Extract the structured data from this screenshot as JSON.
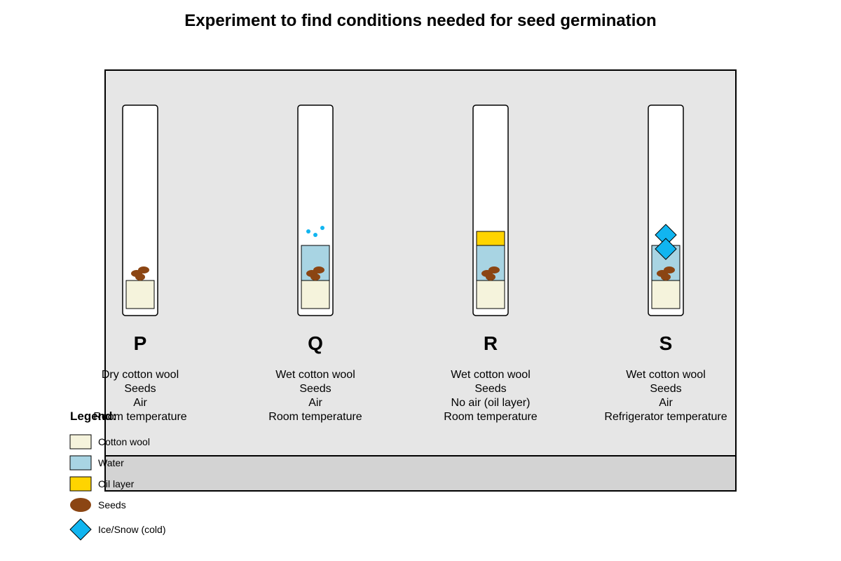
{
  "title": "Experiment to find conditions needed for seed germination",
  "colors": {
    "tray_bg": "#e6e6e6",
    "tray_base": "#d3d3d3",
    "cotton_wool": "#f5f3dc",
    "water": "#a8d4e3",
    "oil": "#ffd400",
    "seed": "#8b4513",
    "ice": "#11b5f0",
    "tube": "#ffffff",
    "stroke": "#000000"
  },
  "tubes": [
    {
      "letter": "P",
      "conditions": [
        "Dry cotton wool",
        "Seeds",
        "Air",
        "Room temperature"
      ],
      "layers": {
        "water": false,
        "oil": false,
        "ice": false,
        "air_bubbles": false
      }
    },
    {
      "letter": "Q",
      "conditions": [
        "Wet cotton wool",
        "Seeds",
        "Air",
        "Room temperature"
      ],
      "layers": {
        "water": true,
        "oil": false,
        "ice": false,
        "air_bubbles": true
      }
    },
    {
      "letter": "R",
      "conditions": [
        "Wet cotton wool",
        "Seeds",
        "No air (oil layer)",
        "Room temperature"
      ],
      "layers": {
        "water": true,
        "oil": true,
        "ice": false,
        "air_bubbles": false
      }
    },
    {
      "letter": "S",
      "conditions": [
        "Wet cotton wool",
        "Seeds",
        "Air",
        "Refrigerator temperature"
      ],
      "layers": {
        "water": true,
        "oil": false,
        "ice": true,
        "air_bubbles": false
      }
    }
  ],
  "legend": {
    "title": "Legend:",
    "items": [
      {
        "label": "Cotton wool",
        "shape": "rect",
        "color": "#f5f3dc"
      },
      {
        "label": "Water",
        "shape": "rect",
        "color": "#a8d4e3"
      },
      {
        "label": "Oil layer",
        "shape": "rect",
        "color": "#ffd400"
      },
      {
        "label": "Seeds",
        "shape": "ellipse",
        "color": "#8b4513"
      },
      {
        "label": "Ice/Snow (cold)",
        "shape": "diamond",
        "color": "#11b5f0"
      }
    ]
  }
}
